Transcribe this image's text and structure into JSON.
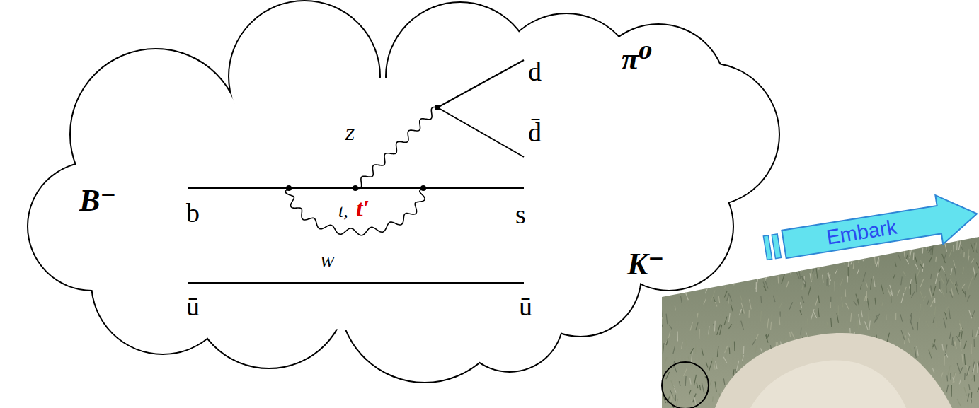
{
  "diagram": {
    "nodes": [
      {
        "text": [
          "B⁻",
          "b",
          "ū",
          "t,",
          "t′",
          "W",
          "Z",
          "d",
          "d̄",
          "π⁰",
          "s",
          "ū",
          "K⁻"
        ]
      },
      {
        "text": [
          "Embark"
        ]
      }
    ]
  }
}
